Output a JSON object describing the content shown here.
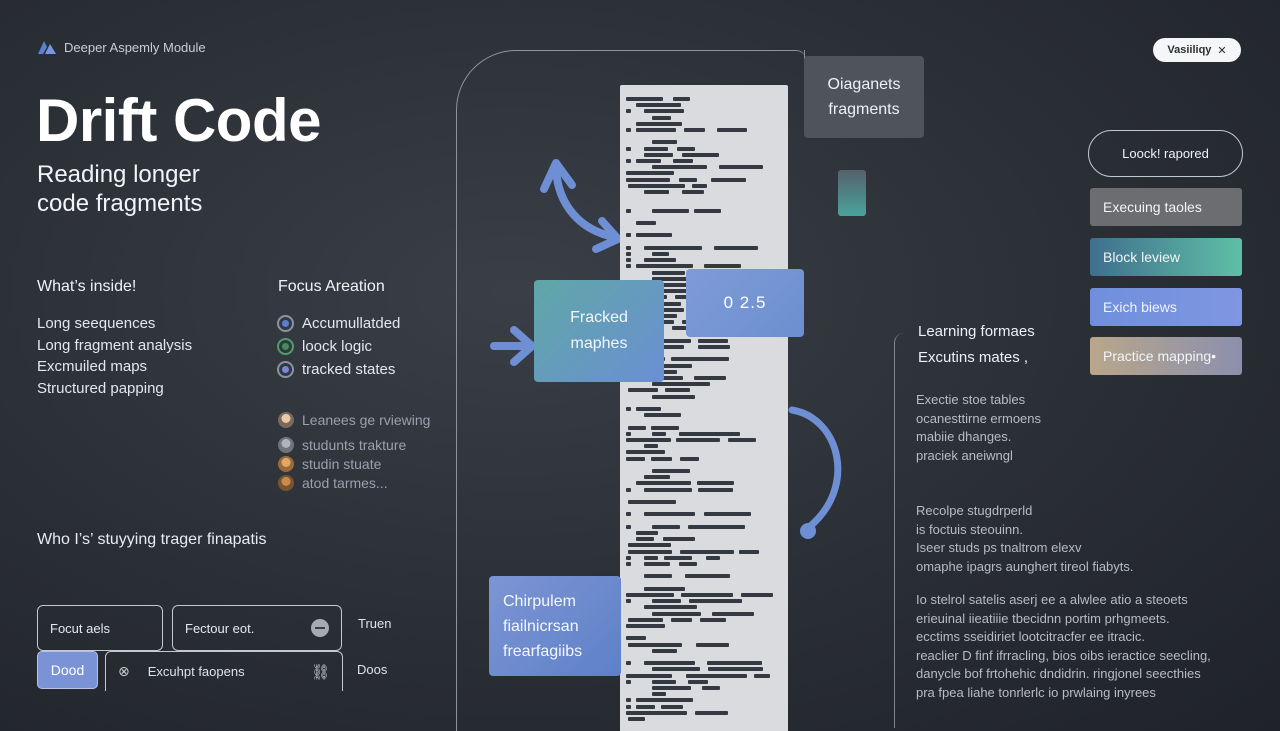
{
  "header": {
    "brand": "Deeper Aspemly Module",
    "title": "Drift Code",
    "subtitle_line1": "Reading longer",
    "subtitle_line2": "code fragments",
    "pill": "Vasiiliqy",
    "pill_icon": "close-icon"
  },
  "inside": {
    "heading": "What’s inside!",
    "items": [
      "Long seequences",
      "Long fragment analysis",
      "Excmuiled maps",
      "Structured papping"
    ]
  },
  "focus": {
    "heading": "Focus Areation",
    "items": [
      "Accumullatded",
      "loock logic",
      "tracked states"
    ]
  },
  "learners": {
    "items": [
      "Leanees  ge rviewing",
      "studunts trakture",
      "studin stuate",
      "atod tarmes..."
    ]
  },
  "who": {
    "text": "Who I’s’ stuyying trager finapatis"
  },
  "bottom": {
    "focut_label": "Focut aels",
    "feceour_label": "Fectour eot.",
    "truen_label": "Truen",
    "dood_label": "Dood",
    "excuhpt_label": "Excuhpt faopens",
    "doos_label": "Doos"
  },
  "center": {
    "diag_line1": "Oiaganets",
    "diag_line2": "fragments",
    "fracked_line1": "Fracked",
    "fracked_line2": "maphes",
    "value_label": "0 2.5",
    "chirp_line1": "Chirpulem",
    "chirp_line2": "fiailnicrsan",
    "chirp_line3": "frearfagiibs"
  },
  "right": {
    "lock_label": "Loock! rapored",
    "buttons": [
      "Execuing taoles",
      "Block leview",
      "Exich biews",
      "Practice mapping•"
    ],
    "learn_line1": "Learning formaes",
    "learn_line2": "Excutins mates ,",
    "para1": [
      "Exectie stoe tables",
      "ocanesttirne ermoens",
      "mabiie dhanges.",
      "praciek aneiwngl"
    ],
    "para2": [
      "Recolpe stugdrperld",
      "is foctuis steouinn.",
      "Iseer studs ps  tnaltrom elexv",
      "omaphe ipagrs aunghert tireol fiabyts."
    ],
    "para3": [
      "Io  stelrol satelis aserj ee a alwlee atio a  steoets",
      "erieuinal iieatiiie tbecidnn portim prhgmeets.",
      "ecctims sseidiriet lootcitracfer ee itracic.",
      "reaclier D finf ifrracling, bios oibs ieractice seecling,",
      "danycle bof frtohehic dndidrin. ringjonel seecthies",
      "pra fpea liahe tonrlerlc io prwlaing inyrees"
    ]
  },
  "colors": {
    "background": "#2a2e35",
    "accent_blue": "#6c8fcf",
    "accent_teal": "#5fbfa6",
    "code_panel": "#d9dbde"
  }
}
